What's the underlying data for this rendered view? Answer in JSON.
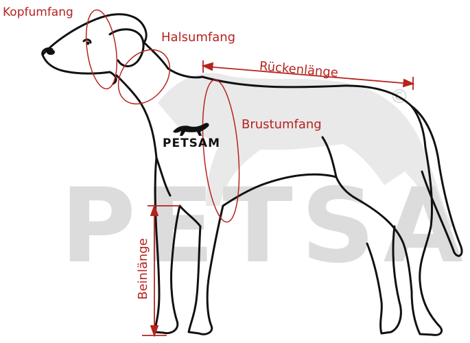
{
  "labels": {
    "kopfumfang": "Kopfumfang",
    "halsumfang": "Halsumfang",
    "rueckenlaenge": "Rückenlänge",
    "brustumfang": "Brustumfang",
    "beinlaenge": "Beinlänge"
  },
  "logo": {
    "brand": "PETSAM",
    "watermark": "PETSAM",
    "copyright_symbol": "©"
  },
  "colors": {
    "accent": "#b5231e",
    "outline": "#111111",
    "watermark": "#dcdcdc"
  }
}
